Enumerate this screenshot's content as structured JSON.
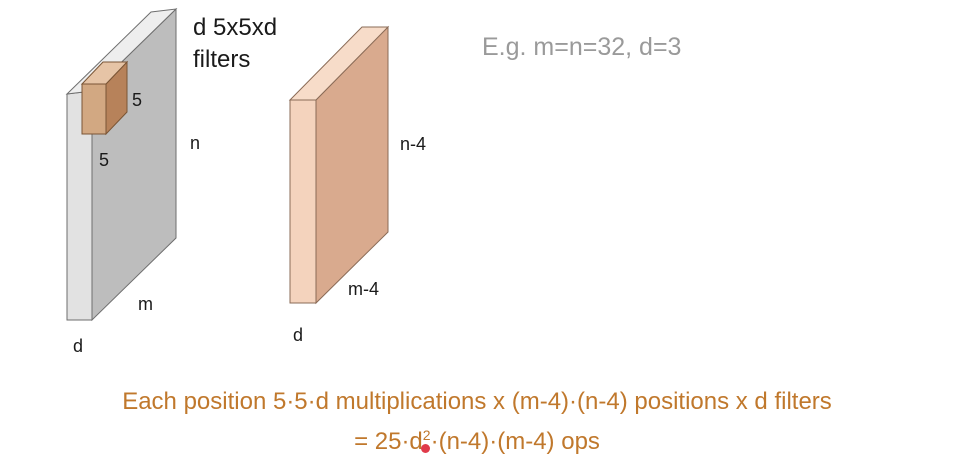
{
  "input_volume": {
    "label_d": "d",
    "label_m": "m",
    "label_n": "n",
    "filter_size_a": "5",
    "filter_size_b": "5"
  },
  "filters_caption": {
    "line1": "d 5x5xd",
    "line2": "filters"
  },
  "output_volume": {
    "label_d": "d",
    "label_m": "m-4",
    "label_n": "n-4"
  },
  "example": "E.g. m=n=32, d=3",
  "formula": {
    "line1": "Each position 5·5·d multiplications x (m-4)·(n-4) positions  x d filters",
    "line2_prefix": "= 25·d",
    "line2_exp": "2",
    "line2_suffix": "·(n-4)·(m-4) ops"
  },
  "colors": {
    "input_face": "#bdbdbd",
    "input_side": "#e2e2e2",
    "filter_front": "#b7825a",
    "filter_side": "#d2a882",
    "output_front": "#d9aa8e",
    "output_side": "#f4d3bd",
    "formula_text": "#c0782c",
    "example_text": "#9a9a9a",
    "highlight_dot": "#e03a4a"
  }
}
